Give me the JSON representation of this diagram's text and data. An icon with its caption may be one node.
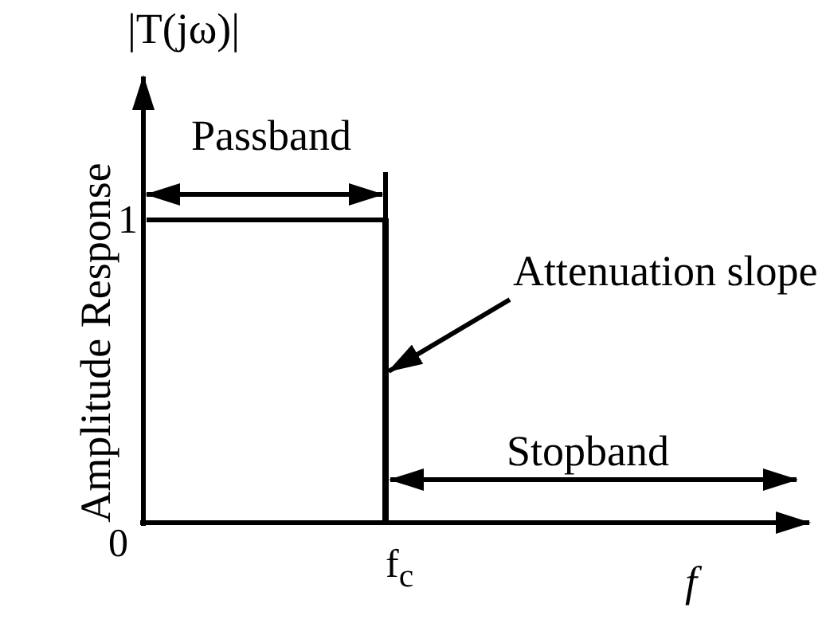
{
  "diagram": {
    "nodes": [
      {
        "text": [
          "Attenuation slope"
        ]
      },
      {
        "text": [],
        "shape": "line"
      }
    ],
    "edges": [
      {
        "from": 0,
        "to": 1,
        "arrow": "to"
      }
    ],
    "labels": [
      "|T(jω)|",
      "Passband",
      "1",
      "Amplitude Response",
      "Stopband",
      "0",
      "f$_{c}$",
      "f"
    ]
  }
}
